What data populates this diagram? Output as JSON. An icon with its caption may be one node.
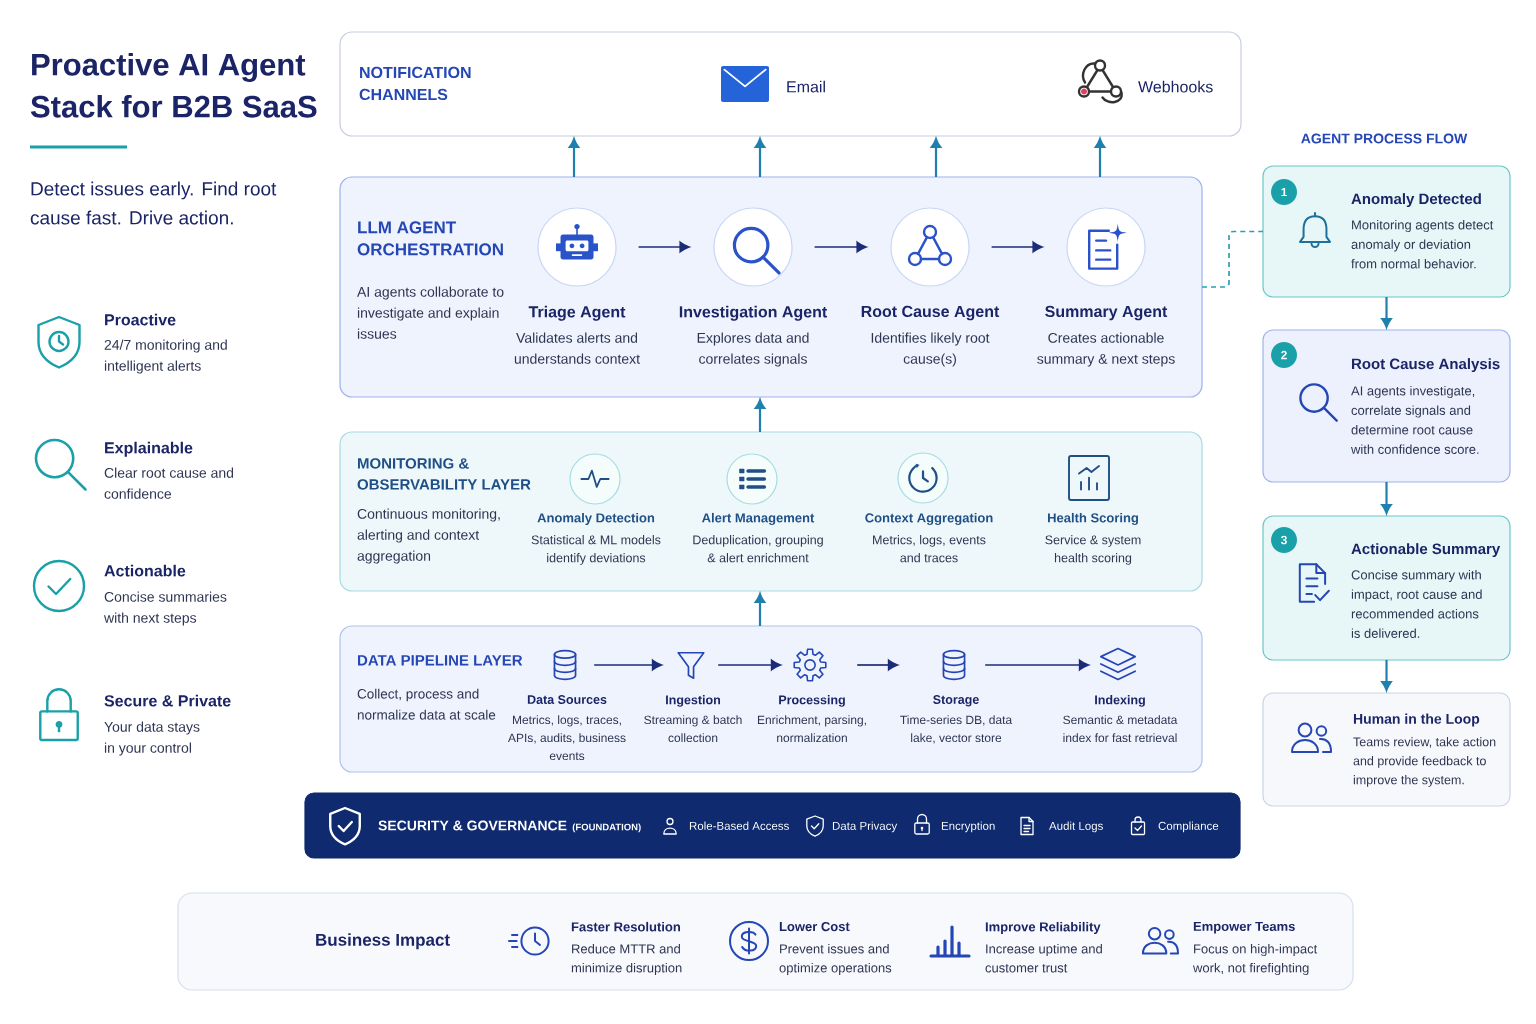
{
  "diagram": {
    "title": "Proactive AI Agent Stack for B2B SaaS",
    "nodes": [
      {
        "text": [
          "NOTIFICATION CHANNELS"
        ]
      },
      {
        "text": [
          "Email"
        ],
        "in": 0
      },
      {
        "text": [
          "Webhooks"
        ],
        "in": 0
      },
      {
        "text": [
          "LLM AGENT ORCHESTRATION",
          "AI agents collaborate to investigate and explain issues"
        ]
      },
      {
        "text": [
          "Triage Agent",
          "Validates alerts and understands context"
        ],
        "in": 3
      },
      {
        "text": [
          "Investigation Agent",
          "Explores data and correlates signals"
        ],
        "in": 3
      },
      {
        "text": [
          "Root Cause Agent",
          "Identifies likely root cause(s)"
        ],
        "in": 3
      },
      {
        "text": [
          "Summary Agent",
          "Creates actionable summary & next steps"
        ],
        "in": 3
      },
      {
        "text": [
          "MONITORING & OBSERVABILITY LAYER",
          "Continuous monitoring, alerting and context aggregation"
        ]
      },
      {
        "text": [
          "Anomaly Detection",
          "Statistical & ML models identify deviations"
        ],
        "in": 8
      },
      {
        "text": [
          "Alert Management",
          "Deduplication, grouping & alert enrichment"
        ],
        "in": 8
      },
      {
        "text": [
          "Context Aggregation",
          "Metrics, logs, events and traces"
        ],
        "in": 8
      },
      {
        "text": [
          "Health Scoring",
          "Service & system health scoring"
        ],
        "in": 8
      },
      {
        "text": [
          "DATA PIPELINE LAYER",
          "Collect, process and normalize data at scale"
        ]
      },
      {
        "text": [
          "Data Sources",
          "Metrics, logs, traces, APIs, audits, business events"
        ],
        "in": 13
      },
      {
        "text": [
          "Ingestion",
          "Streaming & batch collection"
        ],
        "in": 13
      },
      {
        "text": [
          "Processing",
          "Enrichment, parsing, normalization"
        ],
        "in": 13
      },
      {
        "text": [
          "Storage",
          "Time-series DB, data lake, vector store"
        ],
        "in": 13
      },
      {
        "text": [
          "Indexing",
          "Semantic & metadata index for fast retrieval"
        ],
        "in": 13
      },
      {
        "text": [
          "SECURITY & GOVERNANCE",
          "(FOUNDATION)"
        ]
      },
      {
        "text": [
          "Role-Based Access"
        ],
        "in": 19
      },
      {
        "text": [
          "Data Privacy"
        ],
        "in": 19
      },
      {
        "text": [
          "Encryption"
        ],
        "in": 19
      },
      {
        "text": [
          "Audit Logs"
        ],
        "in": 19
      },
      {
        "text": [
          "Compliance"
        ],
        "in": 19
      },
      {
        "text": [
          "Business Impact"
        ]
      },
      {
        "text": [
          "Faster Resolution",
          "Reduce MTTR and minimize disruption"
        ],
        "in": 25
      },
      {
        "text": [
          "Lower Cost",
          "Prevent issues and optimize operations"
        ],
        "in": 25
      },
      {
        "text": [
          "Improve Reliability",
          "Increase uptime and customer trust"
        ],
        "in": 25
      },
      {
        "text": [
          "Empower Teams",
          "Focus on high-impact work, not firefighting"
        ],
        "in": 25
      },
      {
        "text": [
          "Anomaly Detected",
          "Monitoring agents detect anomaly or deviation from normal behavior."
        ]
      },
      {
        "text": [
          "1"
        ],
        "in": 30
      },
      {
        "text": [
          "Root Cause Analysis",
          "AI agents investigate, correlate signals and determine root cause with confidence score."
        ]
      },
      {
        "text": [
          "2"
        ],
        "in": 32
      },
      {
        "text": [
          "Actionable Summary",
          "Concise summary with impact, root cause and recommended actions is delivered."
        ]
      },
      {
        "text": [
          "3"
        ],
        "in": 34
      },
      {
        "text": [
          "Human in the Loop",
          "Teams review, take action and provide feedback to improve the system."
        ]
      }
    ],
    "edges": [
      {
        "from": 3,
        "to": 0,
        "arrow": "to"
      },
      {
        "from": 3,
        "to": 0,
        "arrow": "to"
      },
      {
        "from": 3,
        "to": 0,
        "arrow": "to"
      },
      {
        "from": 3,
        "to": 0,
        "arrow": "to"
      },
      {
        "from": 4,
        "to": 5,
        "arrow": "to",
        "color": "#1b2c7a"
      },
      {
        "from": 5,
        "to": 6,
        "arrow": "to",
        "color": "#1b2c7a"
      },
      {
        "from": 6,
        "to": 7,
        "arrow": "to",
        "color": "#1b2c7a"
      },
      {
        "from": 8,
        "to": 3,
        "arrow": "to"
      },
      {
        "from": 13,
        "to": 8,
        "arrow": "to"
      },
      {
        "from": 14,
        "to": 15,
        "arrow": "to",
        "color": "#1b2c7a"
      },
      {
        "from": 15,
        "to": 16,
        "arrow": "to",
        "color": "#1b2c7a"
      },
      {
        "from": 16,
        "to": 17,
        "arrow": "to",
        "color": "#1b2c7a"
      },
      {
        "from": 17,
        "to": 18,
        "arrow": "to",
        "color": "#1b2c7a"
      },
      {
        "from": 3,
        "to": 30,
        "arrow": "none",
        "style": "dashed",
        "color": "#2aa0b4"
      },
      {
        "from": 30,
        "to": 32,
        "arrow": "to"
      },
      {
        "from": 32,
        "to": 34,
        "arrow": "to"
      },
      {
        "from": 34,
        "to": 36,
        "arrow": "to"
      }
    ],
    "labels": [
      "Detect issues early. Find root cause fast. Drive action.",
      "Proactive",
      "24/7 monitoring and intelligent alerts",
      "Explainable",
      "Clear root cause and confidence",
      "Actionable",
      "Concise summaries with next steps",
      "Secure & Private",
      "Your data stays in your control",
      "AGENT PROCESS FLOW"
    ]
  }
}
